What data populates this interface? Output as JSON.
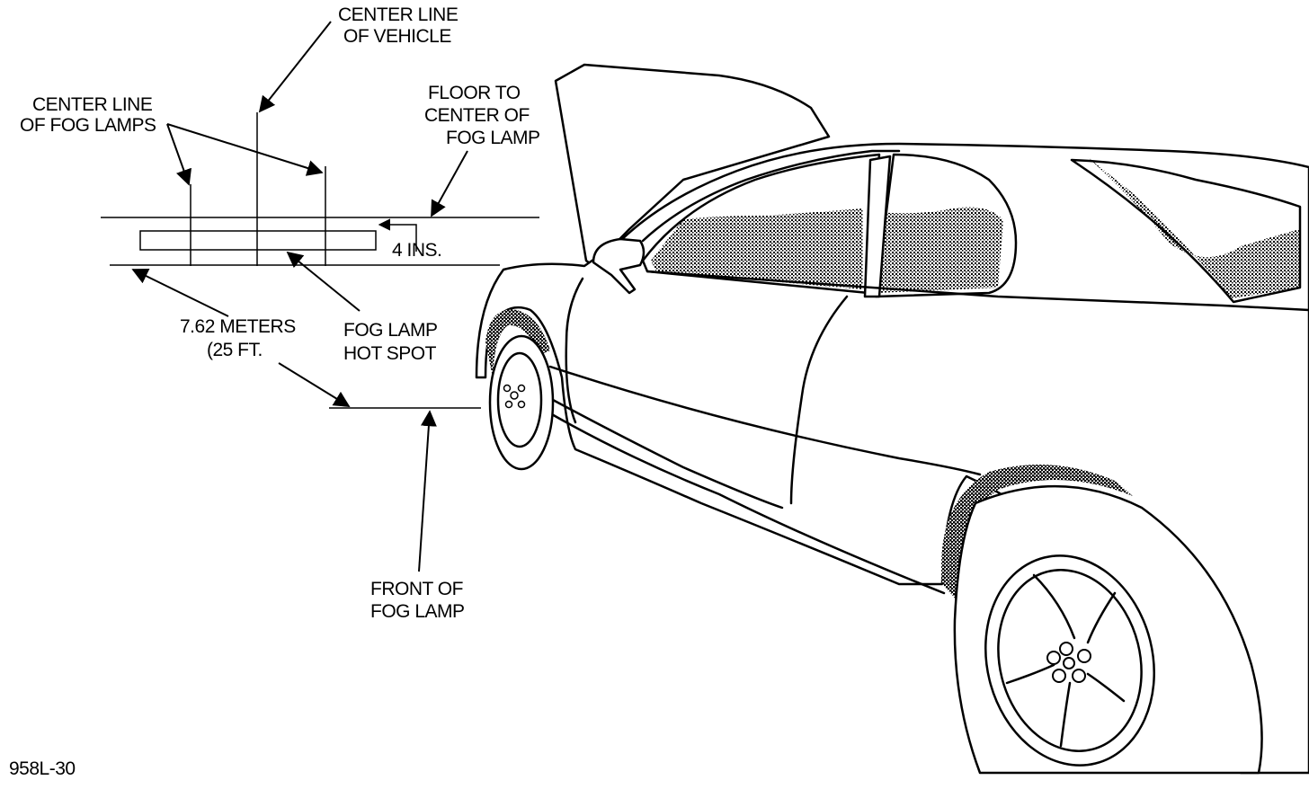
{
  "labels": {
    "center_line_vehicle": [
      "CENTER LINE",
      "OF VEHICLE"
    ],
    "center_line_fog_lamps": [
      "CENTER LINE",
      "OF FOG LAMPS"
    ],
    "floor_to_center": [
      "FLOOR TO",
      "CENTER OF",
      "FOG LAMP"
    ],
    "four_ins": "4 INS.",
    "distance": [
      "7.62 METERS",
      "(25 FT."
    ],
    "hot_spot": [
      "FOG LAMP",
      "HOT SPOT"
    ],
    "front_of_fog_lamp": [
      "FRONT OF",
      "FOG LAMP"
    ],
    "figure_id": "958L-30"
  }
}
